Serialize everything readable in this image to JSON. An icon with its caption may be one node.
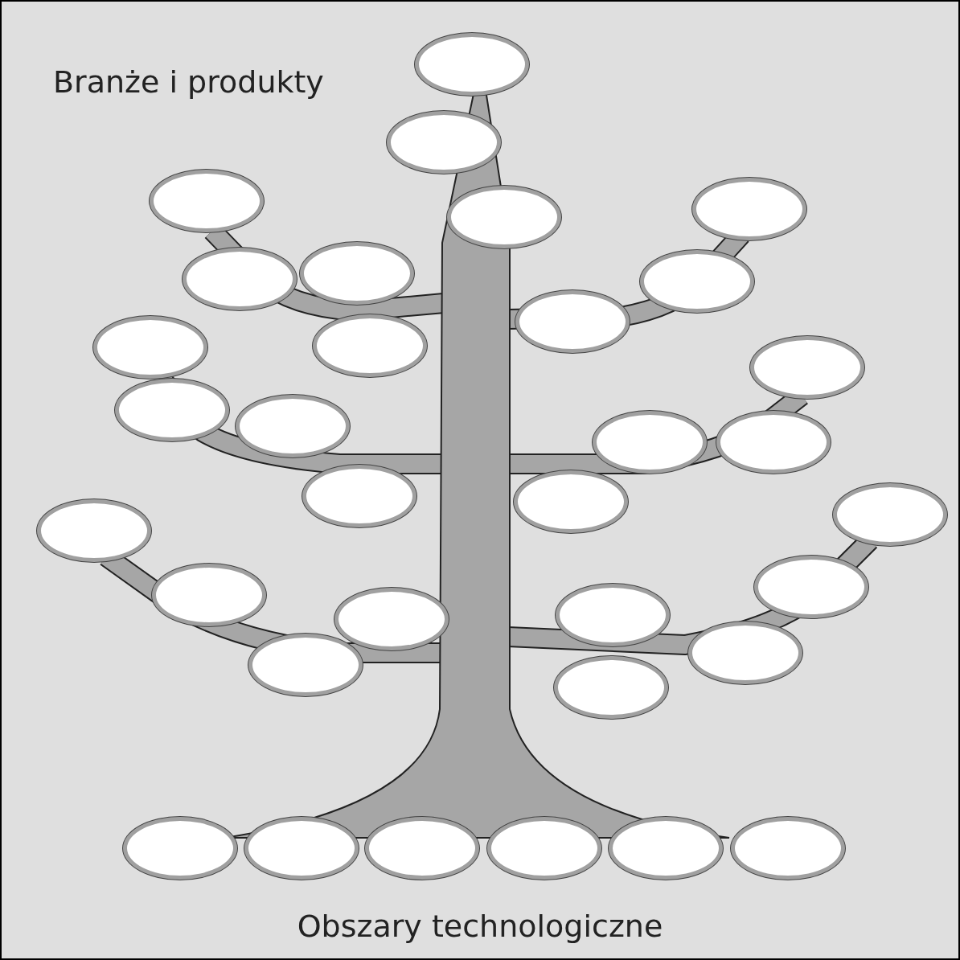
{
  "diagram": {
    "nodes": [
      {
        "text": [],
        "shape": "ellipse"
      },
      {
        "text": [],
        "shape": "ellipse"
      },
      {
        "text": [],
        "shape": "ellipse"
      },
      {
        "text": [],
        "shape": "ellipse"
      },
      {
        "text": [],
        "shape": "ellipse"
      },
      {
        "text": [],
        "shape": "ellipse"
      },
      {
        "text": [],
        "shape": "ellipse"
      },
      {
        "text": [],
        "shape": "ellipse"
      },
      {
        "text": [],
        "shape": "ellipse"
      },
      {
        "text": [],
        "shape": "ellipse"
      },
      {
        "text": [],
        "shape": "ellipse"
      },
      {
        "text": [],
        "shape": "ellipse"
      },
      {
        "text": [],
        "shape": "ellipse"
      },
      {
        "text": [],
        "shape": "ellipse"
      },
      {
        "text": [],
        "shape": "ellipse"
      },
      {
        "text": [],
        "shape": "ellipse"
      },
      {
        "text": [],
        "shape": "ellipse"
      },
      {
        "text": [],
        "shape": "ellipse"
      },
      {
        "text": [],
        "shape": "ellipse"
      },
      {
        "text": [],
        "shape": "ellipse"
      },
      {
        "text": [],
        "shape": "ellipse"
      },
      {
        "text": [],
        "shape": "ellipse"
      },
      {
        "text": [],
        "shape": "ellipse"
      },
      {
        "text": [],
        "shape": "ellipse"
      },
      {
        "text": [],
        "shape": "ellipse"
      },
      {
        "text": [],
        "shape": "ellipse"
      },
      {
        "text": [],
        "shape": "ellipse"
      },
      {
        "text": [],
        "shape": "ellipse"
      },
      {
        "text": [],
        "shape": "ellipse"
      },
      {
        "text": [],
        "shape": "ellipse"
      },
      {
        "text": [],
        "shape": "ellipse"
      },
      {
        "text": [],
        "shape": "ellipse"
      },
      {
        "text": [],
        "shape": "ellipse"
      }
    ],
    "labels": [
      "Branże i produkty",
      "Obszary technologiczne"
    ]
  }
}
